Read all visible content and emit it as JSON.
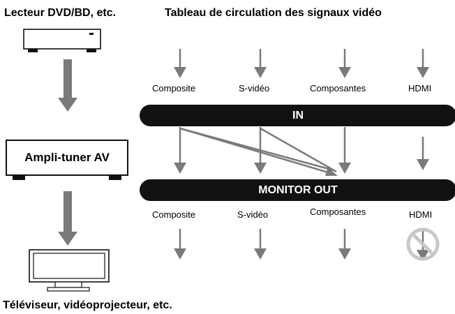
{
  "headers": {
    "source": "Lecteur DVD/BD, etc.",
    "table": "Tableau de circulation des signaux vidéo",
    "display": "Téléviseur, vidéoprojecteur, etc."
  },
  "amplifier_label": "Ampli-tuner AV",
  "bars": {
    "input": "IN",
    "output": "MONITOR OUT"
  },
  "input_signals": [
    "Composite",
    "S-vidéo",
    "Composantes",
    "HDMI"
  ],
  "output_signals": [
    "Composite",
    "S-vidéo",
    "Composantes",
    "HDMI"
  ],
  "colors": {
    "arrow": "#7a7a7a",
    "bar": "#111111",
    "prohibited": "#c8c8c8"
  }
}
